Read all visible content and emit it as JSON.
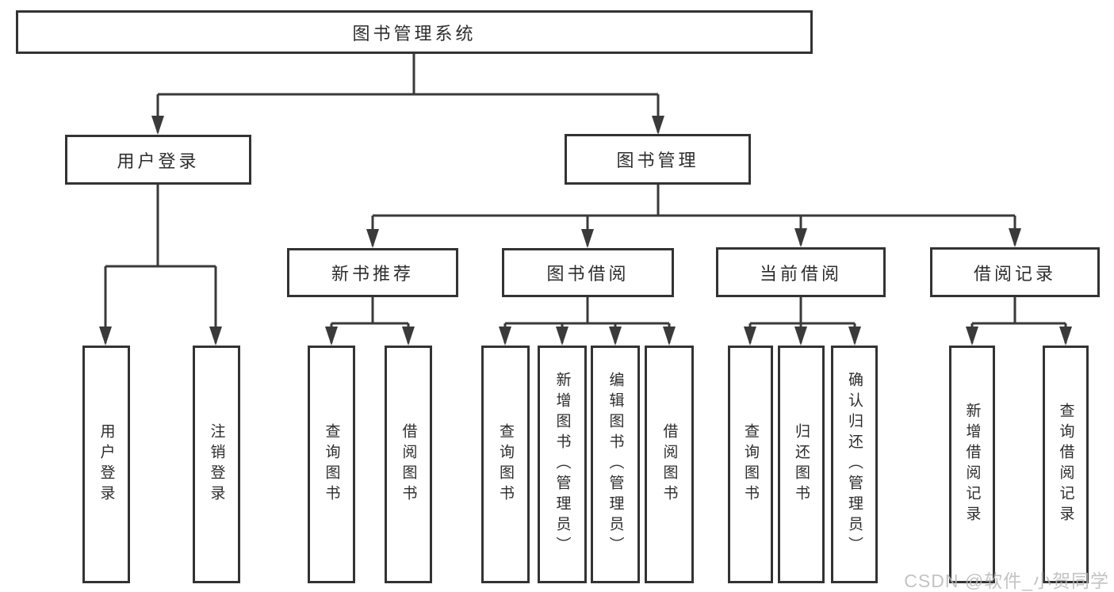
{
  "tree": {
    "root": {
      "label": "图书管理系统",
      "children": [
        {
          "label": "用户登录",
          "children": [
            {
              "label": "用户登录"
            },
            {
              "label": "注销登录"
            }
          ]
        },
        {
          "label": "图书管理",
          "children": [
            {
              "label": "新书推荐",
              "children": [
                {
                  "label": "查询图书"
                },
                {
                  "label": "借阅图书"
                }
              ]
            },
            {
              "label": "图书借阅",
              "children": [
                {
                  "label": "查询图书"
                },
                {
                  "label": "新增图书（管理员）"
                },
                {
                  "label": "编辑图书（管理员）"
                },
                {
                  "label": "借阅图书"
                }
              ]
            },
            {
              "label": "当前借阅",
              "children": [
                {
                  "label": "查询图书"
                },
                {
                  "label": "归还图书"
                },
                {
                  "label": "确认归还（管理员）"
                }
              ]
            },
            {
              "label": "借阅记录",
              "children": [
                {
                  "label": "新增借阅记录"
                },
                {
                  "label": "查询借阅记录"
                }
              ]
            }
          ]
        }
      ]
    }
  },
  "watermark": {
    "text": "CSDN @软件_小贺同学",
    "color": "#b9b9b9"
  },
  "colors": {
    "line": "#3a3a3a",
    "border": "#333333",
    "text": "#2d2d2d",
    "background": "#ffffff"
  }
}
